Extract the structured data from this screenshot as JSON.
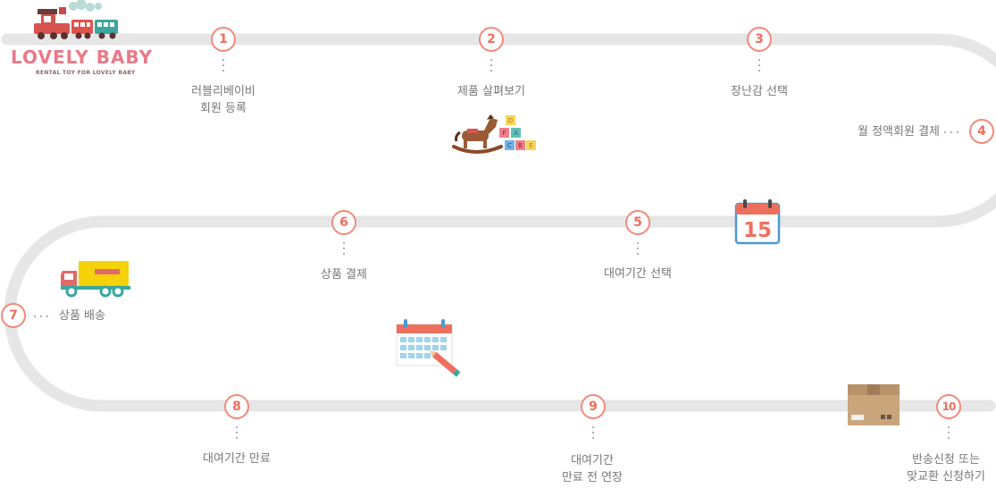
{
  "logo": {
    "name": "LOVELY BABY",
    "tagline": "RENTAL TOY FOR LOVELY BABY"
  },
  "colors": {
    "track": "#e6e6e6",
    "step_accent": "#ee6f5d",
    "label_text": "#777777",
    "logo_pink": "#e87a8a"
  },
  "steps": [
    {
      "number": "1",
      "line1": "러블리베이비",
      "line2": "회원 등록"
    },
    {
      "number": "2",
      "line1": "제품 살펴보기",
      "line2": ""
    },
    {
      "number": "3",
      "line1": "장난감 선택",
      "line2": ""
    },
    {
      "number": "4",
      "line1": "월 정액회원 결제",
      "line2": ""
    },
    {
      "number": "5",
      "line1": "대여기간 선택",
      "line2": ""
    },
    {
      "number": "6",
      "line1": "상품 결제",
      "line2": ""
    },
    {
      "number": "7",
      "line1": "상품 배송",
      "line2": ""
    },
    {
      "number": "8",
      "line1": "대여기간 만료",
      "line2": ""
    },
    {
      "number": "9",
      "line1": "대여기간",
      "line2": "만료 전 연장"
    },
    {
      "number": "10",
      "line1": "반송신청 또는",
      "line2": "맞교환 신청하기"
    }
  ],
  "calendar_icon": {
    "day": "15"
  },
  "blocks_icon": {
    "letters": [
      "D",
      "F",
      "A",
      "C",
      "B",
      "E"
    ]
  },
  "icons": [
    "train-logo-icon",
    "rocking-horse-icon",
    "calendar-15-icon",
    "delivery-truck-icon",
    "calendar-pencil-icon",
    "cardboard-box-icon"
  ]
}
